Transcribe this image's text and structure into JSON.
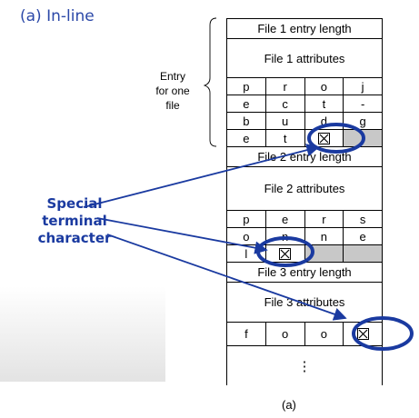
{
  "title": "(a) In-line",
  "entry_label": [
    "Entry",
    "for one",
    "file"
  ],
  "special_label": [
    "Special",
    "terminal",
    "character"
  ],
  "caption": "(a)",
  "ellipsis": "⋮",
  "table": {
    "file1_len": "File 1 entry length",
    "file1_attr": "File 1 attributes",
    "file1_rows": [
      [
        "p",
        "r",
        "o",
        "j"
      ],
      [
        "e",
        "c",
        "t",
        "-"
      ],
      [
        "b",
        "u",
        "d",
        "g"
      ],
      [
        "e",
        "t",
        "",
        ""
      ]
    ],
    "file2_len": "File 2 entry length",
    "file2_attr": "File 2 attributes",
    "file2_rows": [
      [
        "p",
        "e",
        "r",
        "s"
      ],
      [
        "o",
        "n",
        "n",
        "e"
      ],
      [
        "l",
        "",
        "",
        ""
      ]
    ],
    "file3_len": "File 3 entry length",
    "file3_attr": "File 3 attributes",
    "file3_rows": [
      [
        "f",
        "o",
        "o",
        ""
      ]
    ]
  },
  "colors": {
    "accent": "#1a3aa0",
    "title": "#2b48a8",
    "gray": "#c8c8c8"
  }
}
